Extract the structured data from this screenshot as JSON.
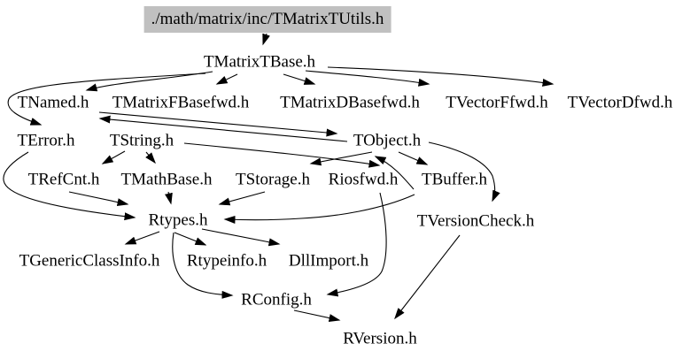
{
  "diagram": {
    "kind": "include-dependency-graph",
    "colors": {
      "background": "#ffffff",
      "text": "#000000",
      "edge": "#000000",
      "root_fill": "#c0c0c0"
    },
    "nodes": [
      {
        "id": "utils",
        "label": "./math/matrix/inc/TMatrixTUtils.h",
        "is_root": true
      },
      {
        "id": "tmatrixtbase",
        "label": "TMatrixTBase.h"
      },
      {
        "id": "tnamed",
        "label": "TNamed.h"
      },
      {
        "id": "tmatrixfbasefwd",
        "label": "TMatrixFBasefwd.h"
      },
      {
        "id": "tmatrixdbasefwd",
        "label": "TMatrixDBasefwd.h"
      },
      {
        "id": "tvectorffwd",
        "label": "TVectorFfwd.h"
      },
      {
        "id": "tvectordfwd",
        "label": "TVectorDfwd.h"
      },
      {
        "id": "terror",
        "label": "TError.h"
      },
      {
        "id": "tstring",
        "label": "TString.h"
      },
      {
        "id": "tobject",
        "label": "TObject.h"
      },
      {
        "id": "trefcnt",
        "label": "TRefCnt.h"
      },
      {
        "id": "tmathbase",
        "label": "TMathBase.h"
      },
      {
        "id": "tstorage",
        "label": "TStorage.h"
      },
      {
        "id": "riosfwd",
        "label": "Riosfwd.h"
      },
      {
        "id": "tbuffer",
        "label": "TBuffer.h"
      },
      {
        "id": "rtypes",
        "label": "Rtypes.h"
      },
      {
        "id": "tversioncheck",
        "label": "TVersionCheck.h"
      },
      {
        "id": "tgenericclassinfo",
        "label": "TGenericClassInfo.h"
      },
      {
        "id": "rtypeinfo",
        "label": "Rtypeinfo.h"
      },
      {
        "id": "dllimport",
        "label": "DllImport.h"
      },
      {
        "id": "rconfig",
        "label": "RConfig.h"
      },
      {
        "id": "rversion",
        "label": "RVersion.h"
      }
    ],
    "edges": [
      {
        "from": "utils",
        "to": "tmatrixtbase"
      },
      {
        "from": "tmatrixtbase",
        "to": "tnamed"
      },
      {
        "from": "tmatrixtbase",
        "to": "tmatrixfbasefwd"
      },
      {
        "from": "tmatrixtbase",
        "to": "tmatrixdbasefwd"
      },
      {
        "from": "tmatrixtbase",
        "to": "tvectorffwd"
      },
      {
        "from": "tmatrixtbase",
        "to": "tvectordfwd"
      },
      {
        "from": "tmatrixtbase",
        "to": "terror"
      },
      {
        "from": "tnamed",
        "to": "tobject"
      },
      {
        "from": "tobject",
        "to": "tnamed"
      },
      {
        "from": "terror",
        "to": "rtypes"
      },
      {
        "from": "tstring",
        "to": "trefcnt"
      },
      {
        "from": "tstring",
        "to": "tmathbase"
      },
      {
        "from": "tstring",
        "to": "riosfwd"
      },
      {
        "from": "tobject",
        "to": "tstorage"
      },
      {
        "from": "tobject",
        "to": "tbuffer"
      },
      {
        "from": "tobject",
        "to": "tversioncheck"
      },
      {
        "from": "tbuffer",
        "to": "tobject"
      },
      {
        "from": "trefcnt",
        "to": "rtypes"
      },
      {
        "from": "tmathbase",
        "to": "rtypes"
      },
      {
        "from": "tstorage",
        "to": "rtypes"
      },
      {
        "from": "tbuffer",
        "to": "rtypes"
      },
      {
        "from": "rtypes",
        "to": "tgenericclassinfo"
      },
      {
        "from": "rtypes",
        "to": "rtypeinfo"
      },
      {
        "from": "rtypes",
        "to": "dllimport"
      },
      {
        "from": "rtypes",
        "to": "rconfig"
      },
      {
        "from": "riosfwd",
        "to": "rconfig"
      },
      {
        "from": "rconfig",
        "to": "rversion"
      },
      {
        "from": "tversioncheck",
        "to": "rversion"
      }
    ]
  }
}
